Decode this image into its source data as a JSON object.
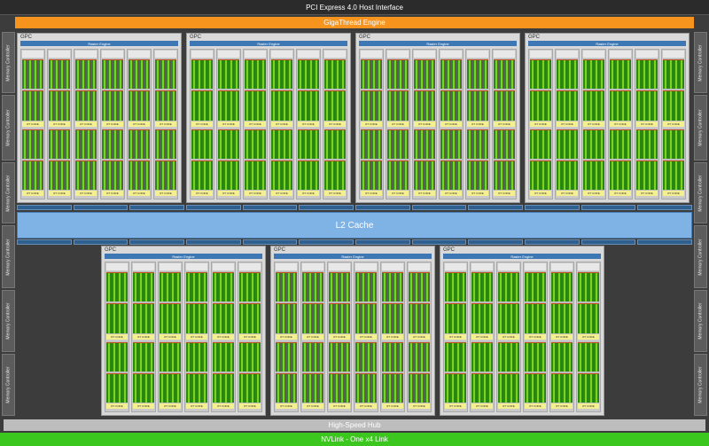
{
  "header": {
    "pcie_label": "PCI Express 4.0 Host Interface",
    "gigathread_label": "GigaThread Engine"
  },
  "memory_controller_label": "Memory Controller",
  "l2_label": "L2 Cache",
  "gpc": {
    "label": "GPC",
    "raster_label": "Raster Engine",
    "rt_core_label": "RT CORE"
  },
  "footer": {
    "hub_label": "High-Speed Hub",
    "nvlink_label": "NVLink - One x4 Link"
  },
  "colors": {
    "gigathread": "#f7941d",
    "l2": "#7fb3e6",
    "nvlink": "#3cc71f",
    "cuda_core": "#7ed321",
    "rt_core": "#f4ef8f"
  }
}
